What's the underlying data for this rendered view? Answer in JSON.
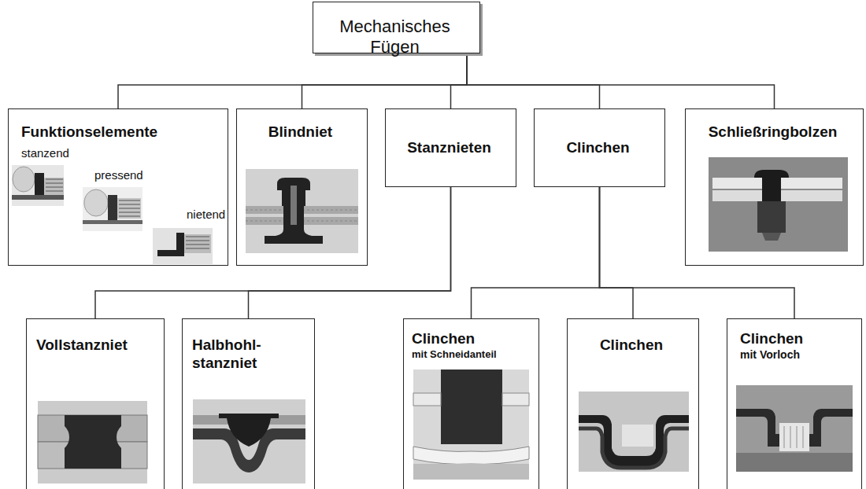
{
  "diagram": {
    "nodes": [
      {
        "text": [
          "Mechanisches Fügen"
        ]
      },
      {
        "text": [
          "Funktionselemente",
          "stanzend",
          "pressend",
          "nietend"
        ]
      },
      {
        "text": [
          "Blindniet"
        ]
      },
      {
        "text": [
          "Stanznieten"
        ]
      },
      {
        "text": [
          "Clinchen"
        ]
      },
      {
        "text": [
          "Schließringbolzen"
        ]
      },
      {
        "text": [
          "Vollstanzniet"
        ]
      },
      {
        "text": [
          "Halbhohl- stanzniet"
        ]
      },
      {
        "text": [
          "Clinchen",
          "mit Schneidanteil"
        ]
      },
      {
        "text": [
          "Clinchen"
        ]
      },
      {
        "text": [
          "Clinchen",
          "mit Vorloch"
        ]
      }
    ],
    "edges": [
      {
        "from": 0,
        "to": 1,
        "arrow": "none"
      },
      {
        "from": 0,
        "to": 2,
        "arrow": "none"
      },
      {
        "from": 0,
        "to": 3,
        "arrow": "none"
      },
      {
        "from": 0,
        "to": 4,
        "arrow": "none"
      },
      {
        "from": 0,
        "to": 5,
        "arrow": "none"
      },
      {
        "from": 3,
        "to": 6,
        "arrow": "none"
      },
      {
        "from": 3,
        "to": 7,
        "arrow": "none"
      },
      {
        "from": 4,
        "to": 8,
        "arrow": "none"
      },
      {
        "from": 4,
        "to": 9,
        "arrow": "none"
      },
      {
        "from": 4,
        "to": 10,
        "arrow": "none"
      }
    ]
  }
}
